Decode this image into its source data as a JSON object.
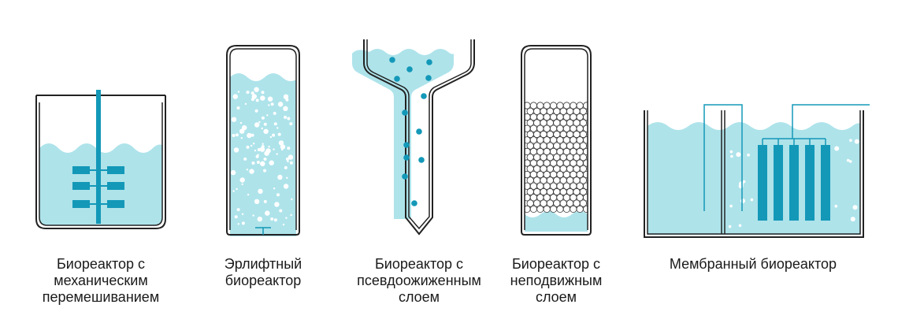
{
  "colors": {
    "liquid": "#aee3ea",
    "accent": "#1398b8",
    "outline": "#222222",
    "bubble": "#ffffff"
  },
  "diagrams": [
    {
      "id": "stirred",
      "icons": [
        "impeller-shaft-icon",
        "impeller-blade-icon"
      ],
      "caption": [
        "Биореактор с",
        "механическим",
        "перемешиванием"
      ]
    },
    {
      "id": "airlift",
      "icons": [
        "sparger-icon",
        "bubble-icon"
      ],
      "caption": [
        "Эрлифтный",
        "биореактор"
      ]
    },
    {
      "id": "fluidized",
      "icons": [
        "particle-icon"
      ],
      "caption": [
        "Биореактор с",
        "псевдоожиженным",
        "слоем"
      ]
    },
    {
      "id": "packed",
      "icons": [
        "packing-bead-icon"
      ],
      "caption": [
        "Биореактор с",
        "неподвижным",
        "слоем"
      ]
    },
    {
      "id": "membrane",
      "icons": [
        "membrane-module-icon",
        "permeate-pipe-icon"
      ],
      "caption": [
        "Мембранный биореактор"
      ]
    }
  ]
}
